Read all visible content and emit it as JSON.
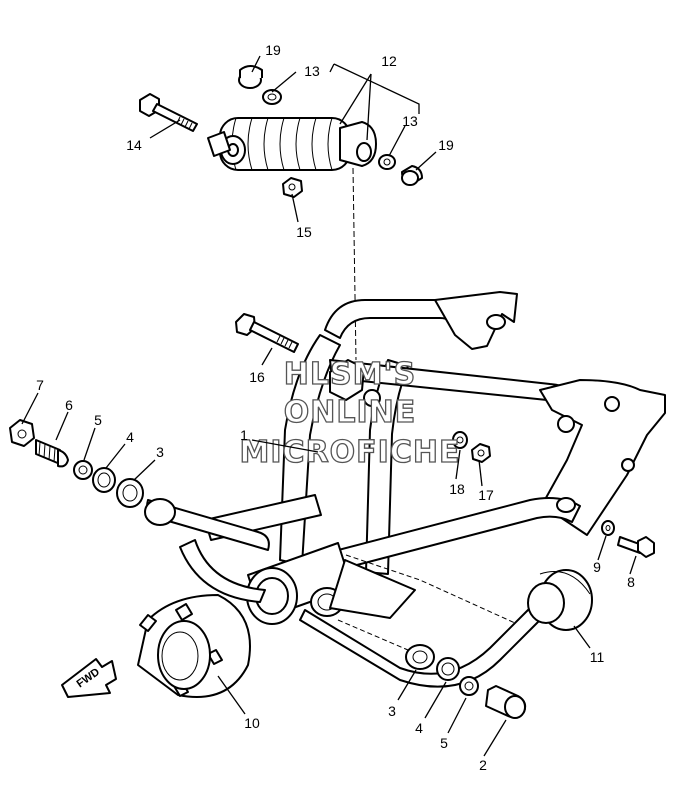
{
  "watermark": {
    "line1": "HLSM'S",
    "line2": "ONLINE",
    "line3": "MICROFICHE"
  },
  "fwd_label": "FWD",
  "callouts": {
    "c1": "1",
    "c2": "2",
    "c3a": "3",
    "c3b": "3",
    "c4a": "4",
    "c4b": "4",
    "c5a": "5",
    "c5b": "5",
    "c6": "6",
    "c7": "7",
    "c8": "8",
    "c9": "9",
    "c10": "10",
    "c11": "11",
    "c12": "12",
    "c13a": "13",
    "c13b": "13",
    "c14": "14",
    "c15": "15",
    "c16": "16",
    "c17": "17",
    "c18": "18",
    "c19a": "19",
    "c19b": "19"
  }
}
